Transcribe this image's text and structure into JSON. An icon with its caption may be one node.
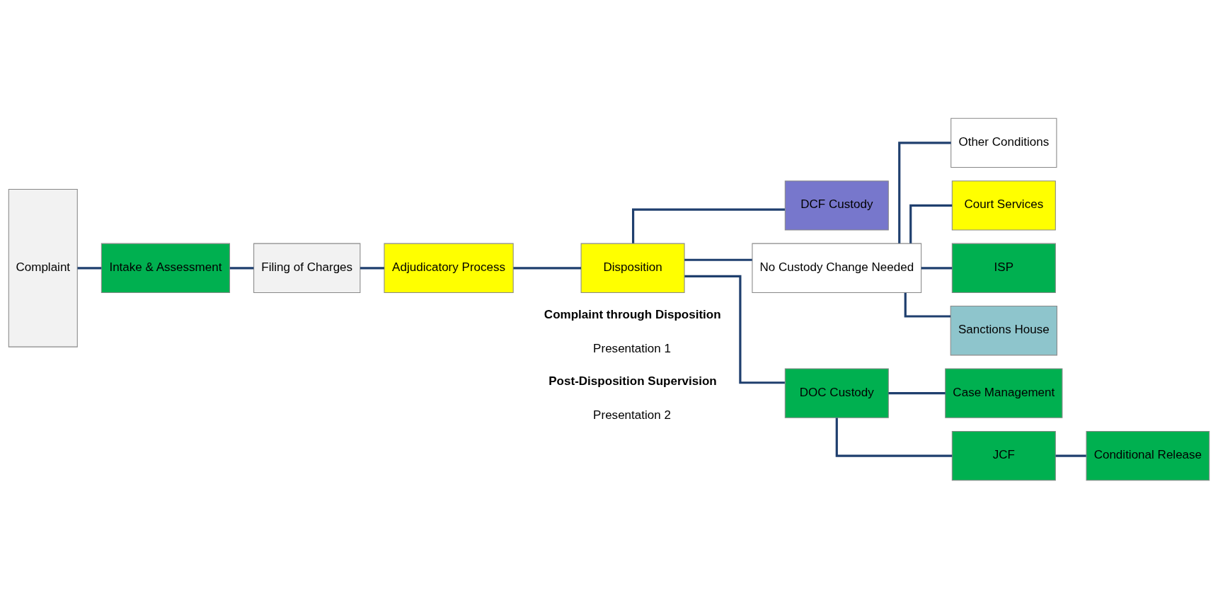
{
  "diagram": {
    "nodes": [
      {
        "text": [
          "Complaint"
        ]
      },
      {
        "text": [
          "Intake & Assessment"
        ]
      },
      {
        "text": [
          "Filing of Charges"
        ]
      },
      {
        "text": [
          "Adjudicatory Process"
        ]
      },
      {
        "text": [
          "Disposition"
        ]
      },
      {
        "text": [
          "DCF Custody"
        ]
      },
      {
        "text": [
          "No Custody Change Needed"
        ]
      },
      {
        "text": [
          "Other Conditions"
        ]
      },
      {
        "text": [
          "Court Services"
        ]
      },
      {
        "text": [
          "ISP"
        ]
      },
      {
        "text": [
          "Sanctions House"
        ]
      },
      {
        "text": [
          "DOC Custody"
        ]
      },
      {
        "text": [
          "Case Management"
        ]
      },
      {
        "text": [
          "JCF"
        ]
      },
      {
        "text": [
          "Conditional Release"
        ]
      }
    ],
    "edges": [
      {
        "from": 0,
        "to": 1,
        "arrow": "none"
      },
      {
        "from": 1,
        "to": 2,
        "arrow": "none"
      },
      {
        "from": 2,
        "to": 3,
        "arrow": "none"
      },
      {
        "from": 3,
        "to": 4,
        "arrow": "none"
      },
      {
        "from": 4,
        "to": 5,
        "arrow": "none"
      },
      {
        "from": 4,
        "to": 6,
        "arrow": "none"
      },
      {
        "from": 4,
        "to": 11,
        "arrow": "none"
      },
      {
        "from": 6,
        "to": 7,
        "arrow": "none"
      },
      {
        "from": 6,
        "to": 8,
        "arrow": "none"
      },
      {
        "from": 6,
        "to": 9,
        "arrow": "none"
      },
      {
        "from": 6,
        "to": 10,
        "arrow": "none"
      },
      {
        "from": 11,
        "to": 12,
        "arrow": "none"
      },
      {
        "from": 11,
        "to": 13,
        "arrow": "none"
      },
      {
        "from": 13,
        "to": 14,
        "arrow": "none"
      }
    ],
    "labels": [
      "Complaint through Disposition",
      "Presentation 1",
      "Post-Disposition Supervision",
      "Presentation 2"
    ]
  }
}
